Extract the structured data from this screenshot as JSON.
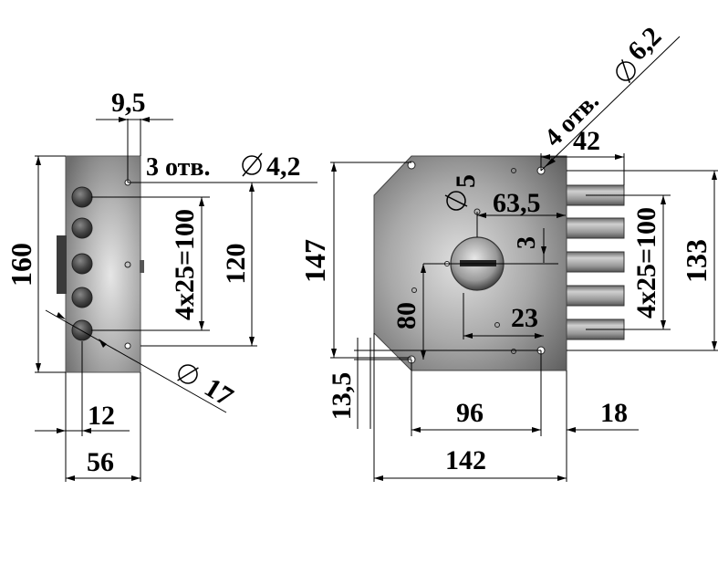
{
  "side_view": {
    "dim_hole_offset": "9,5",
    "dim_holes_note": "3 отв.",
    "dim_holes_dia": "4,2",
    "dim_height": "160",
    "dim_bolt_pitch": "4x25=100",
    "dim_hole_spacing": "120",
    "dim_bolt_dia": "17",
    "dim_bolt_offset": "12",
    "dim_width": "56"
  },
  "front_view": {
    "dim_holes_note": "4 отв.",
    "dim_holes_dia": "6,2",
    "dim_top_offset": "42",
    "dim_cylinder_dia": "5",
    "dim_backset": "63,5",
    "dim_small": "3",
    "dim_height": "147",
    "dim_bolt_pitch": "4x25=100",
    "dim_outer": "133",
    "dim_vertical": "80",
    "dim_key_offset": "23",
    "dim_bottom_offset": "13,5",
    "dim_hole_spacing": "96",
    "dim_bolt_protrusion": "18",
    "dim_total_width": "142"
  },
  "colors": {
    "metal_light": "#d9d9d9",
    "metal_mid": "#a0a0a0",
    "metal_dark": "#4a4a4a",
    "line": "#000000"
  }
}
